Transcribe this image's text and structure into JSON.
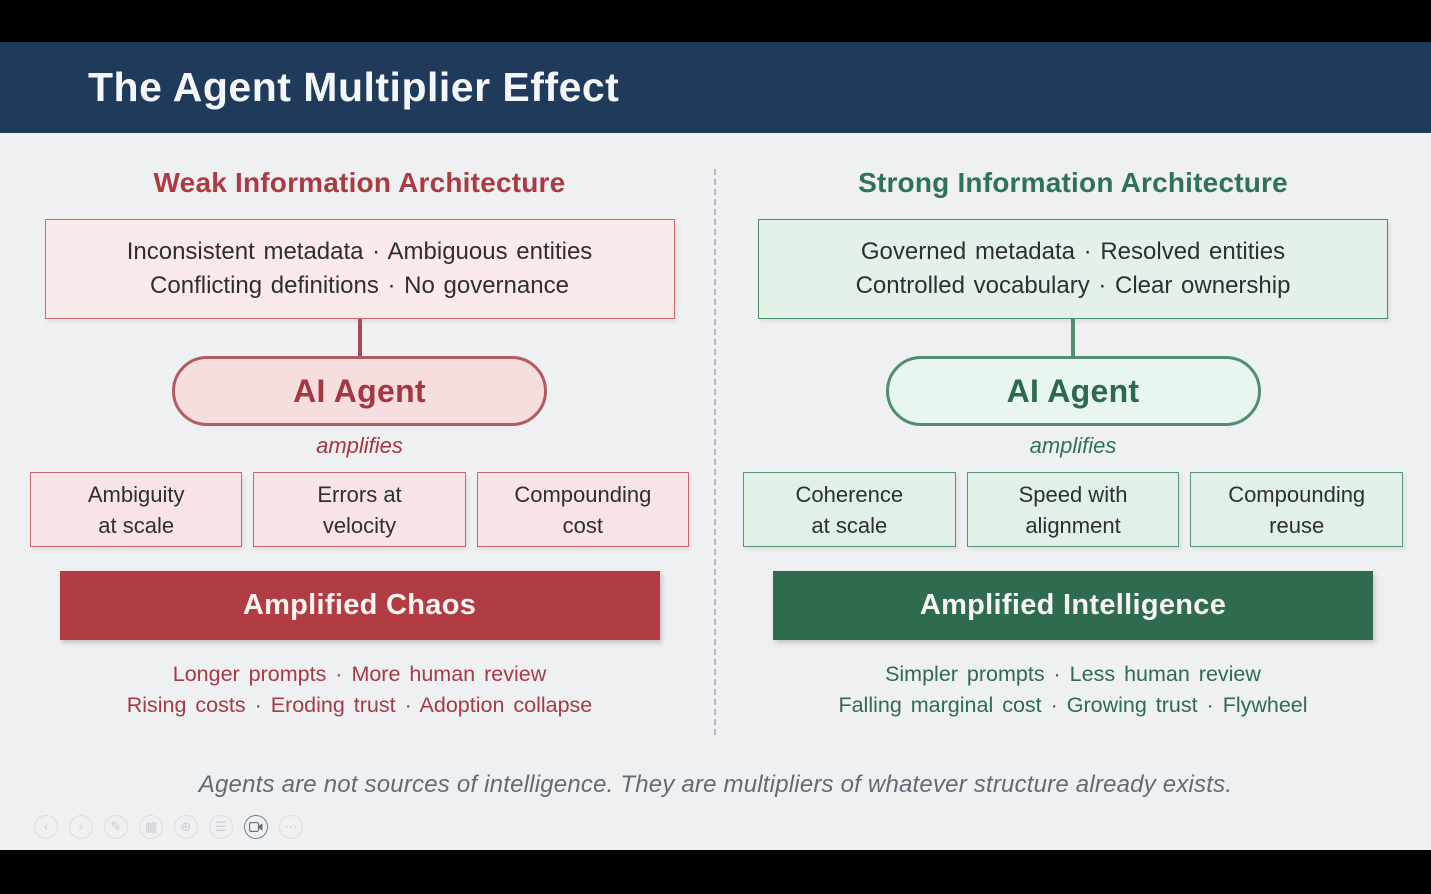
{
  "title": "The Agent Multiplier Effect",
  "footer": "Agents are not sources of intelligence. They are multipliers of whatever structure already exists.",
  "columns": {
    "weak": {
      "heading": "Weak Information Architecture",
      "inputs": {
        "line1": "Inconsistent metadata · Ambiguous entities",
        "line2": "Conflicting definitions · No governance"
      },
      "agent": "AI Agent",
      "amplifies": "amplifies",
      "effects": [
        {
          "line1": "Ambiguity",
          "line2": "at scale"
        },
        {
          "line1": "Errors at",
          "line2": "velocity"
        },
        {
          "line1": "Compounding",
          "line2": "cost"
        }
      ],
      "banner": "Amplified Chaos",
      "outcomes": {
        "line1": "Longer prompts · More human review",
        "line2": "Rising costs · Eroding trust · Adoption collapse"
      }
    },
    "strong": {
      "heading": "Strong Information Architecture",
      "inputs": {
        "line1": "Governed metadata · Resolved entities",
        "line2": "Controlled vocabulary · Clear ownership"
      },
      "agent": "AI Agent",
      "amplifies": "amplifies",
      "effects": [
        {
          "line1": "Coherence",
          "line2": "at scale"
        },
        {
          "line1": "Speed with",
          "line2": "alignment"
        },
        {
          "line1": "Compounding",
          "line2": "reuse"
        }
      ],
      "banner": "Amplified Intelligence",
      "outcomes": {
        "line1": "Simpler prompts · Less human review",
        "line2": "Falling marginal cost · Growing trust · Flywheel"
      }
    }
  },
  "toolbar": {
    "icons": [
      {
        "name": "previous-slide",
        "glyph": "‹"
      },
      {
        "name": "next-slide",
        "glyph": "›"
      },
      {
        "name": "pen",
        "glyph": "✎"
      },
      {
        "name": "grid-view",
        "glyph": "▦"
      },
      {
        "name": "zoom",
        "glyph": "⊕"
      },
      {
        "name": "captions",
        "glyph": "☰"
      },
      {
        "name": "camera",
        "glyph": ""
      },
      {
        "name": "more-options",
        "glyph": "⋯"
      }
    ]
  },
  "colors": {
    "header_navy": "#1f3a5b",
    "slide_background": "#eef0f2",
    "weak_accent": "#ac3a42",
    "weak_banner": "#b23c43",
    "strong_accent": "#2e7355",
    "strong_banner": "#2f6b4f",
    "footer_text": "#636b76"
  }
}
